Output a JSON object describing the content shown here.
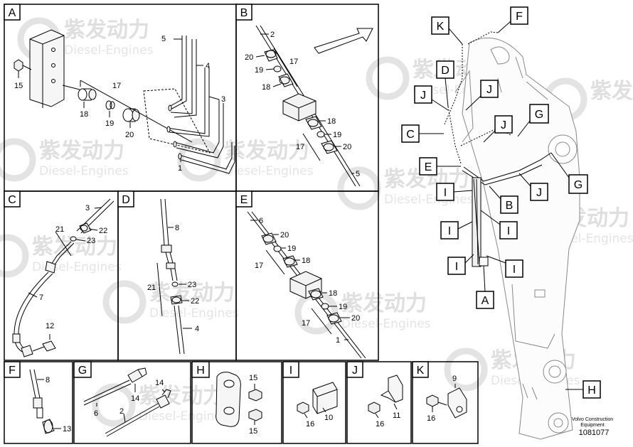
{
  "panels": {
    "A": {
      "letter": "A",
      "labels": {
        "l15": "15",
        "l18": "18",
        "l19": "19",
        "l20": "20",
        "l17": "17",
        "l5": "5",
        "l4": "4",
        "l3": "3",
        "l1": "1"
      }
    },
    "B": {
      "letter": "B",
      "labels": {
        "l2": "2",
        "l20a": "20",
        "l17a": "17",
        "l19a": "19",
        "l18a": "18",
        "l18b": "18",
        "l19b": "19",
        "l17b": "17",
        "l20b": "20",
        "l5": "5"
      }
    },
    "C": {
      "letter": "C",
      "labels": {
        "l3": "3",
        "l21": "21",
        "l22": "22",
        "l23": "23",
        "l7": "7",
        "l12": "12"
      }
    },
    "D": {
      "letter": "D",
      "labels": {
        "l8": "8",
        "l21": "21",
        "l23": "23",
        "l22": "22",
        "l4": "4"
      }
    },
    "E": {
      "letter": "E",
      "labels": {
        "l6": "6",
        "l20a": "20",
        "l19a": "19",
        "l17a": "17",
        "l18a": "18",
        "l18b": "18",
        "l19b": "19",
        "l17b": "17",
        "l20b": "20",
        "l1": "1"
      }
    },
    "F": {
      "letter": "F",
      "labels": {
        "l8": "8",
        "l13": "13"
      }
    },
    "G": {
      "letter": "G",
      "labels": {
        "l14a": "14",
        "l14b": "14",
        "l6": "6",
        "l2": "2"
      }
    },
    "H": {
      "letter": "H",
      "labels": {
        "l15a": "15",
        "l15b": "15"
      }
    },
    "I": {
      "letter": "I",
      "labels": {
        "l16": "16",
        "l10": "10"
      }
    },
    "J": {
      "letter": "J",
      "labels": {
        "l16": "16",
        "l11": "11"
      }
    },
    "K": {
      "letter": "K",
      "labels": {
        "l9": "9",
        "l16": "16"
      }
    }
  },
  "callouts": {
    "K": "K",
    "F": "F",
    "D": "D",
    "J1": "J",
    "J2": "J",
    "J3": "J",
    "J4": "J",
    "C": "C",
    "G1": "G",
    "G2": "G",
    "E": "E",
    "I1": "I",
    "I2": "I",
    "I3": "I",
    "I4": "I",
    "I5": "I",
    "B": "B",
    "A": "A",
    "H": "H"
  },
  "footer": {
    "line1": "Volvo Construction",
    "line2": "Equipment",
    "number": "1081077"
  },
  "watermark": {
    "brand": "紫发动力",
    "sub": "Diesel-Engines"
  }
}
